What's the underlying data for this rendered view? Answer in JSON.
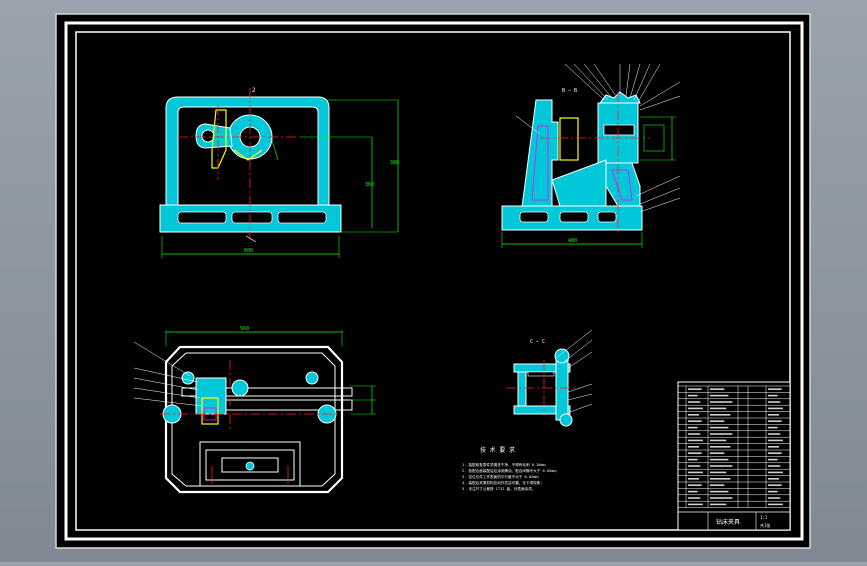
{
  "colors": {
    "background": "#8e97a1",
    "sheet": "#000000",
    "frame": "#ffffff",
    "part_fill": "#00c8d8",
    "dimension": "#00ff00",
    "centerline": "#ff2020",
    "highlight": "#ffff00",
    "hatch": "#ff00ff",
    "leader": "#ffffff"
  },
  "views": {
    "section_label_side": "B — B",
    "section_label_detail": "C — C",
    "front_marker": "2",
    "front_dim_width": "600",
    "front_dim_height_inner": "360",
    "front_dim_height_outer": "380",
    "side_dim_width": "480",
    "top_dim_width": "560"
  },
  "notes": {
    "title": "技 术 要 求",
    "lines": [
      "1. 装配前各零件须清洗干净，不得有毛刺 0.10mm;",
      "2. 各配合面装配后应涂润滑油，配合间隙不大于 0.05mm;",
      "3. 定位元件工作表面的平行度不大于 0.02mm;",
      "4. 装配后夹紧机构应动作灵活可靠，无卡滞现象;",
      "5. 未注尺寸公差按 IT12 级，外表面涂漆。"
    ]
  },
  "title_block": {
    "drawing_title": "钻床夹具",
    "scale": "1:1",
    "sheet_label": "共1张"
  }
}
